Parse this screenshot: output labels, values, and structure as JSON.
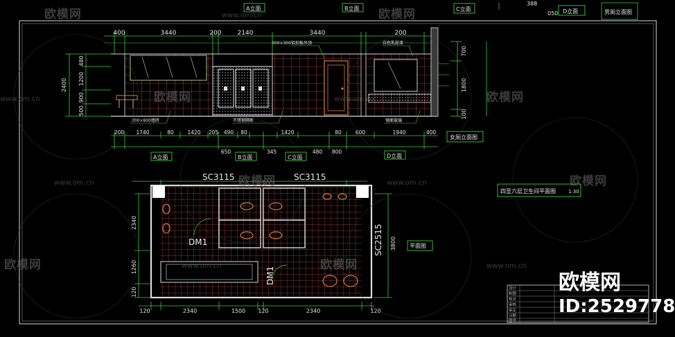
{
  "elevation": {
    "top_dims": [
      "400",
      "3440",
      "200",
      "2140",
      "3440",
      "200"
    ],
    "left_dims": [
      "480",
      "1200",
      "900",
      "500"
    ],
    "left_total": "2400",
    "right_dims": [
      "700",
      "1800",
      "100"
    ],
    "bottom_dims_1": [
      "200",
      "1740",
      "80",
      "1420",
      "205",
      "490",
      "80",
      "1420",
      "80",
      "600",
      "1940",
      "400"
    ],
    "bottom_dims_2": [
      "650",
      "345",
      "480",
      "800"
    ],
    "tags": [
      "A立面",
      "B立面",
      "C立面",
      "D立面"
    ],
    "notes": [
      "白色乳胶漆",
      "铝扣板吊顶",
      "300×300",
      "300×600墙砖",
      "镜面玻璃",
      "不锈钢隔断"
    ],
    "title_box": "女厕立面图",
    "top_right_title": "男厕立面图",
    "top_right_numbers": [
      "388",
      "050"
    ]
  },
  "plan": {
    "codes": [
      "SC3115",
      "SC3115",
      "SC2515"
    ],
    "door_codes": [
      "DM1",
      "DM1"
    ],
    "left_dims": [
      "2340",
      "1260",
      "120"
    ],
    "right_dim": "3800",
    "bottom_dims": [
      "120",
      "2340",
      "1500",
      "120",
      "2340",
      "120"
    ],
    "title_box": "平面图",
    "wall_label": "四至六层卫生间平面图",
    "scale": "1:30"
  },
  "title_block": {
    "rows": [
      "设计",
      "制图",
      "校对",
      "审核",
      "审定",
      "日期",
      "图号"
    ]
  },
  "watermark": {
    "cn": "欧模网",
    "url": "www.om.cn"
  },
  "brand": {
    "name": "欧模网",
    "id": "ID:2529778"
  }
}
